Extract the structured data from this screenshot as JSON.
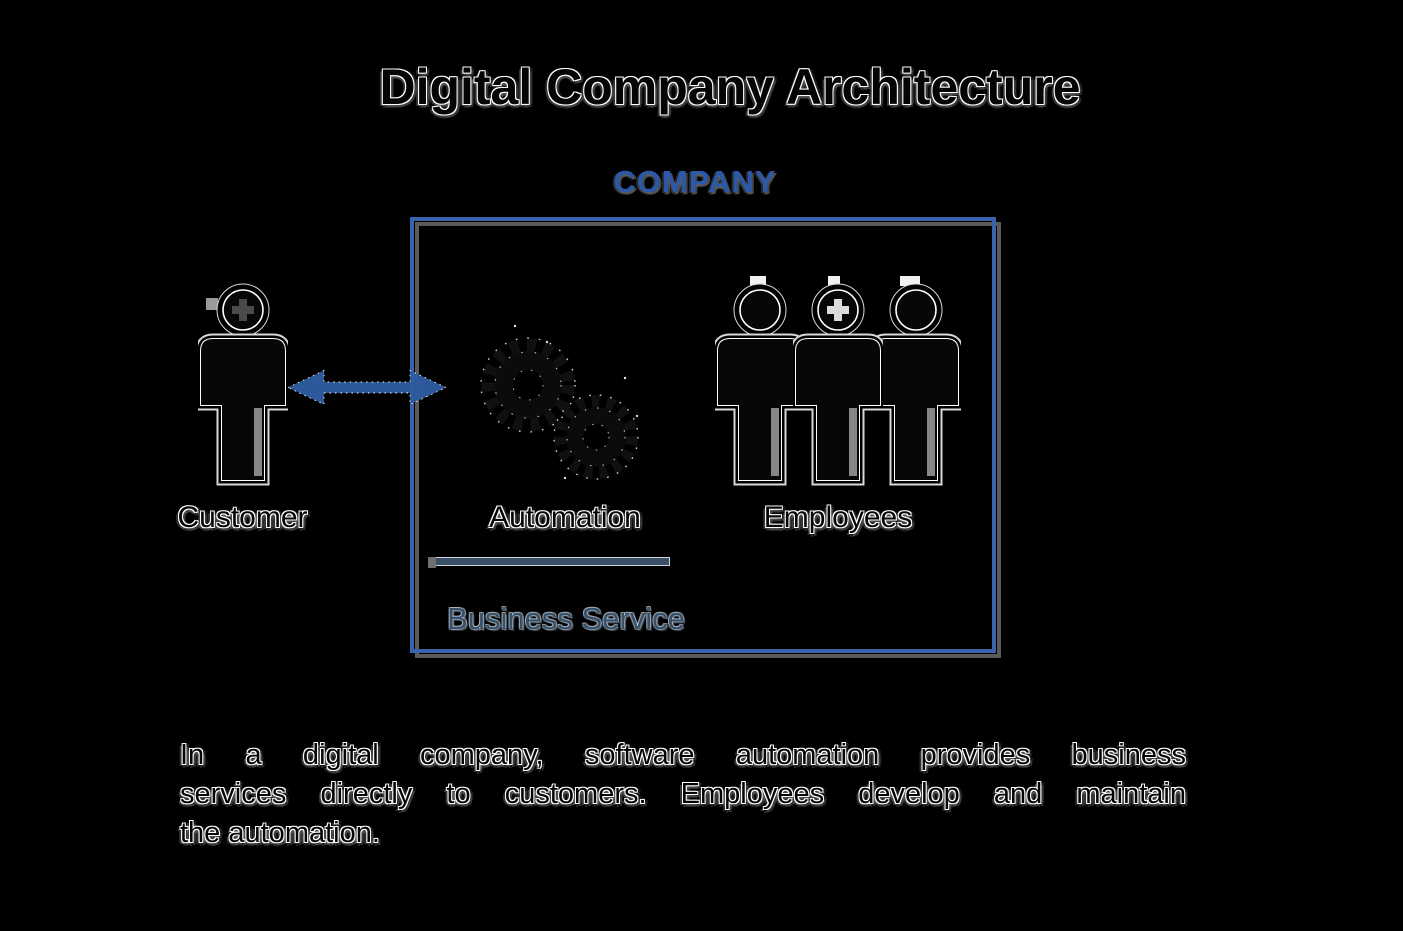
{
  "title": "Digital Company Architecture",
  "company": {
    "label": "COMPANY"
  },
  "nodes": {
    "customer": {
      "label": "Customer",
      "icon": "person-icon"
    },
    "automation": {
      "label": "Automation",
      "icon": "gears-icon"
    },
    "employees": {
      "label": "Employees",
      "icon": "people-group-icon"
    },
    "business_service": {
      "label": "Business Service"
    }
  },
  "connector": {
    "icon": "double-headed-arrow-icon"
  },
  "caption": {
    "lines": [
      "In a digital company, software automation provides business",
      "services directly to customers. Employees develop and maintain",
      "the automation."
    ]
  },
  "colors": {
    "background": "#000000",
    "ink": "#050505",
    "outline": "#ffffff",
    "accent_blue": "#2B58A8",
    "box_border": "#3A63AE",
    "box_shadow": "#5A5A5A",
    "arrow": "#2E5B9E",
    "business_service": "#35506B",
    "bar_fill": "#3A4F66",
    "bar_border": "#CFD4DA"
  }
}
